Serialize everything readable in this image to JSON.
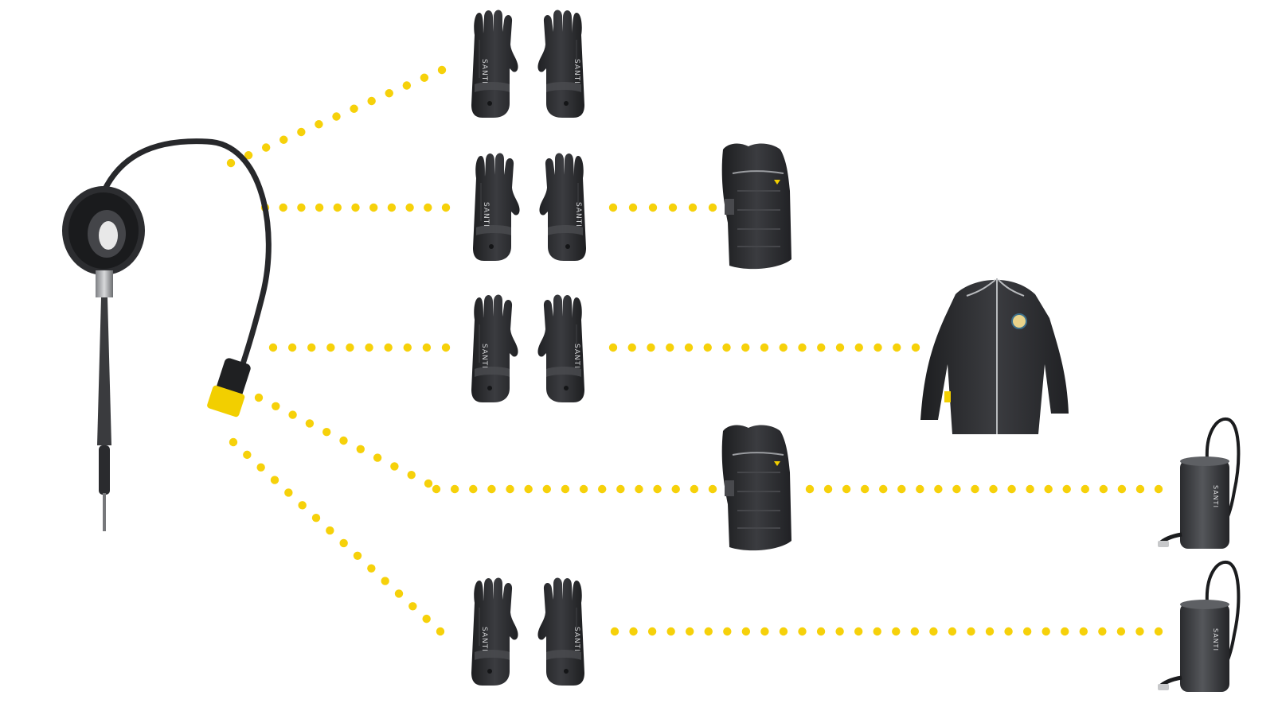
{
  "diagram": {
    "nodes": [
      {
        "id": "connector",
        "icon": "penetrator-connector-icon"
      },
      {
        "id": "gloves-1",
        "icon": "heated-gloves-icon",
        "print": "SANTI"
      },
      {
        "id": "gloves-2",
        "icon": "heated-gloves-icon",
        "print": "SANTI"
      },
      {
        "id": "gloves-3",
        "icon": "heated-gloves-icon",
        "print": "SANTI"
      },
      {
        "id": "gloves-4",
        "icon": "heated-gloves-icon",
        "print": "SANTI"
      },
      {
        "id": "vest-1",
        "icon": "heated-vest-icon"
      },
      {
        "id": "vest-2",
        "icon": "heated-vest-icon"
      },
      {
        "id": "jacket",
        "icon": "heated-jacket-icon"
      },
      {
        "id": "battery-1",
        "icon": "battery-canister-icon",
        "print": "SANTI"
      },
      {
        "id": "battery-2",
        "icon": "battery-canister-icon",
        "print": "SANTI"
      }
    ],
    "connections": [
      [
        "connector",
        "gloves-1"
      ],
      [
        "connector",
        "gloves-2"
      ],
      [
        "gloves-2",
        "vest-1"
      ],
      [
        "connector",
        "gloves-3"
      ],
      [
        "gloves-3",
        "jacket"
      ],
      [
        "connector",
        "vest-2"
      ],
      [
        "vest-2",
        "battery-1"
      ],
      [
        "connector",
        "gloves-4"
      ],
      [
        "gloves-4",
        "battery-2"
      ]
    ],
    "colors": {
      "connection": "#f6d10a",
      "garment": "#2e2f32",
      "accent": "#f2cf00"
    }
  }
}
